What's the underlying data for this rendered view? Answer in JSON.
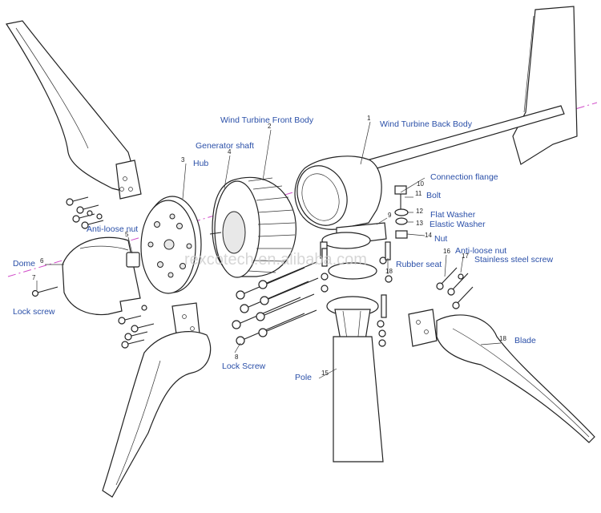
{
  "watermark": "rexcotech.en.alibaba.com",
  "parts": [
    {
      "num": "1",
      "label": "Wind Turbine Back Body"
    },
    {
      "num": "2",
      "label": "Wind  Turbine Front Body"
    },
    {
      "num": "3",
      "label": "Hub"
    },
    {
      "num": "4",
      "label": "Generator shaft"
    },
    {
      "num": "5",
      "label": "Anti-loose nut"
    },
    {
      "num": "6",
      "label": "Dome"
    },
    {
      "num": "7",
      "label": "Lock screw"
    },
    {
      "num": "8",
      "label": "Lock Screw"
    },
    {
      "num": "9",
      "label": ""
    },
    {
      "num": "10",
      "label": "Connection flange"
    },
    {
      "num": "11",
      "label": "Bolt"
    },
    {
      "num": "12",
      "label": "Flat Washer"
    },
    {
      "num": "13",
      "label": "Elastic Washer"
    },
    {
      "num": "14",
      "label": "Nut"
    },
    {
      "num": "15",
      "label": "Pole"
    },
    {
      "num": "16",
      "label": "Anti-loose nut"
    },
    {
      "num": "17",
      "label": "Stainless steel screw"
    },
    {
      "num": "18",
      "label": "Blade"
    },
    {
      "num": "18",
      "label": "Rubber seat"
    }
  ]
}
